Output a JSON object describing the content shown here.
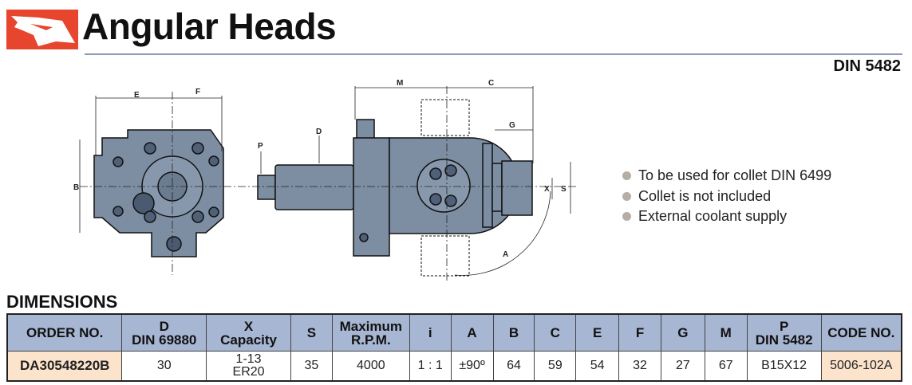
{
  "header": {
    "title": "Angular Heads",
    "standard": "DIN 5482",
    "logo_text": "eagle logo"
  },
  "drawing": {
    "labels": {
      "E": "E",
      "F": "F",
      "B": "B",
      "P": "P",
      "D": "D",
      "M": "M",
      "C": "C",
      "G": "G",
      "S": "S",
      "X": "X",
      "A": "A"
    }
  },
  "notes": [
    "To be used for collet DIN 6499",
    "Collet is not included",
    "External coolant supply"
  ],
  "dimensions": {
    "heading": "DIMENSIONS",
    "columns": [
      [
        "ORDER NO."
      ],
      [
        "D",
        "DIN 69880"
      ],
      [
        "X",
        "Capacity"
      ],
      [
        "S"
      ],
      [
        "Maximum",
        "R.P.M."
      ],
      [
        "i"
      ],
      [
        "A"
      ],
      [
        "B"
      ],
      [
        "C"
      ],
      [
        "E"
      ],
      [
        "F"
      ],
      [
        "G"
      ],
      [
        "M"
      ],
      [
        "P",
        "DIN 5482"
      ],
      [
        "CODE NO."
      ]
    ],
    "row": [
      "DA30548220B",
      "30",
      [
        "1-13",
        "ER20"
      ],
      "35",
      "4000",
      "1 : 1",
      "±90º",
      "64",
      "59",
      "54",
      "32",
      "27",
      "67",
      "B15X12",
      "5006-102A"
    ]
  },
  "colors": {
    "brand": "#e8452f",
    "header_bg": "#a7b6d2",
    "highlight": "#fbe3cc",
    "part": "#7d8ea3"
  }
}
